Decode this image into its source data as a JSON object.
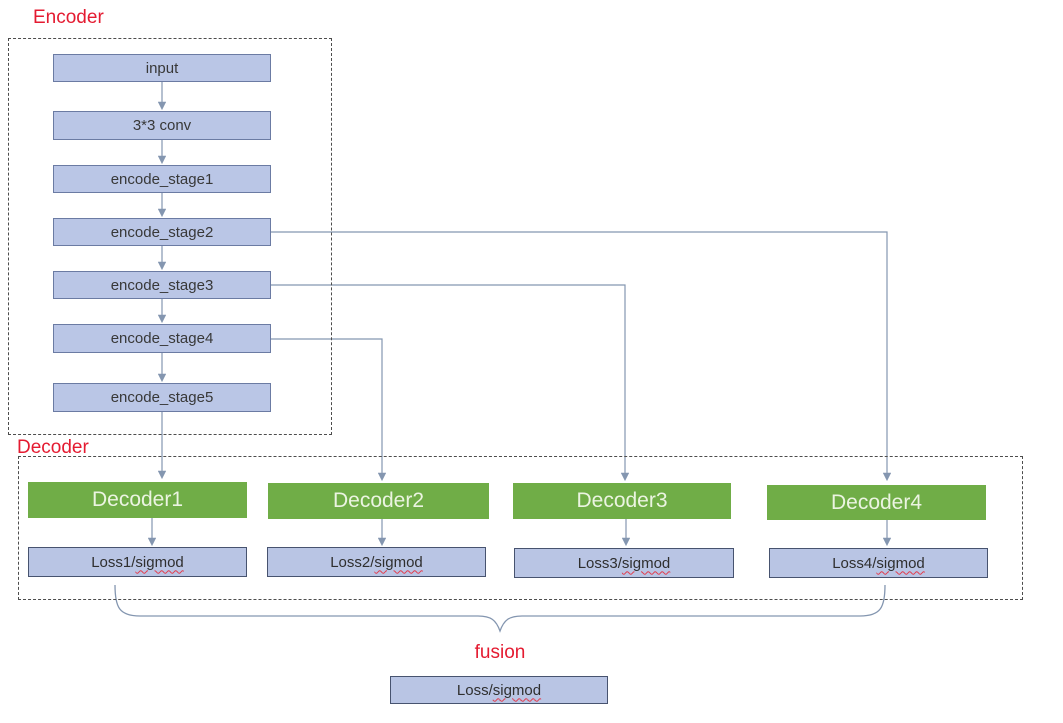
{
  "diagram": {
    "encoder": {
      "title": "Encoder",
      "nodes": [
        {
          "label": "input"
        },
        {
          "label": "3*3 conv"
        },
        {
          "label": "encode_stage1"
        },
        {
          "label": "encode_stage2"
        },
        {
          "label": "encode_stage3"
        },
        {
          "label": "encode_stage4"
        },
        {
          "label": "encode_stage5"
        }
      ]
    },
    "decoder": {
      "title": "Decoder",
      "branches": [
        {
          "decoder_label": "Decoder1",
          "loss_prefix": "Loss1/",
          "loss_word": "sigmod"
        },
        {
          "decoder_label": "Decoder2",
          "loss_prefix": "Loss2/",
          "loss_word": "sigmod"
        },
        {
          "decoder_label": "Decoder3",
          "loss_prefix": "Loss3/",
          "loss_word": "sigmod"
        },
        {
          "decoder_label": "Decoder4",
          "loss_prefix": "Loss4/",
          "loss_word": "sigmod"
        }
      ]
    },
    "fusion": {
      "title": "fusion",
      "loss_prefix": "Loss/",
      "loss_word": "sigmod"
    },
    "colors": {
      "box_fill": "#bac6e6",
      "box_border": "#6b7ba3",
      "loss_border": "#47536f",
      "green_fill": "#70ad47",
      "green_text": "#ebf4e1",
      "title_red": "#e41b31",
      "connector": "#8496b0",
      "misspell_underline": "#e23a4b"
    }
  }
}
